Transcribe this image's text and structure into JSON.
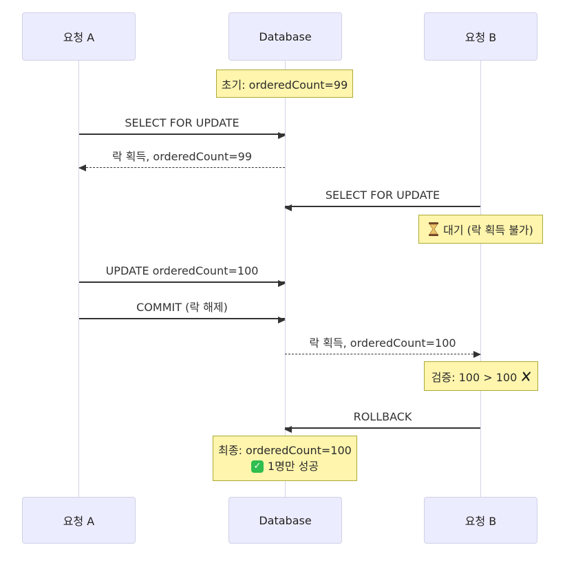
{
  "diagram": {
    "type": "sequence-diagram",
    "background": "#ffffff",
    "colors": {
      "actor_fill": "#ECECFF",
      "actor_border": "#d0d0e6",
      "lifeline": "#d4d4e8",
      "note_fill": "#fff5ad",
      "note_border": "#aaaa33",
      "arrow": "#333333",
      "text": "#333333",
      "check_icon_green": "#2fbe4f"
    },
    "actors": [
      {
        "id": "req-a",
        "label": "요청 A"
      },
      {
        "id": "database",
        "label": "Database"
      },
      {
        "id": "req-b",
        "label": "요청 B"
      }
    ],
    "messages": [
      {
        "label": "SELECT FOR UPDATE",
        "from": "요청 A",
        "to": "Database",
        "style": "solid"
      },
      {
        "label": "락 획득, orderedCount=99",
        "from": "Database",
        "to": "요청 A",
        "style": "dashed"
      },
      {
        "label": "SELECT FOR UPDATE",
        "from": "요청 B",
        "to": "Database",
        "style": "solid"
      },
      {
        "label": "UPDATE orderedCount=100",
        "from": "요청 A",
        "to": "Database",
        "style": "solid"
      },
      {
        "label": "COMMIT (락 해제)",
        "from": "요청 A",
        "to": "Database",
        "style": "solid"
      },
      {
        "label": "락 획득, orderedCount=100",
        "from": "Database",
        "to": "요청 B",
        "style": "dashed"
      },
      {
        "label": "ROLLBACK",
        "from": "요청 B",
        "to": "Database",
        "style": "solid"
      }
    ],
    "notes": [
      {
        "over": "Database",
        "text": "초기: orderedCount=99"
      },
      {
        "over": "요청 B",
        "icon": "hourglass-icon",
        "text": "대기 (락 획득 불가)"
      },
      {
        "over": "요청 B",
        "text": "검증: 100 > 100",
        "icon": "cross-icon"
      },
      {
        "over": "Database",
        "line1": "최종: orderedCount=100",
        "icon": "check-icon",
        "line2": "1명만 성공",
        "check_glyph": "✓"
      }
    ]
  }
}
